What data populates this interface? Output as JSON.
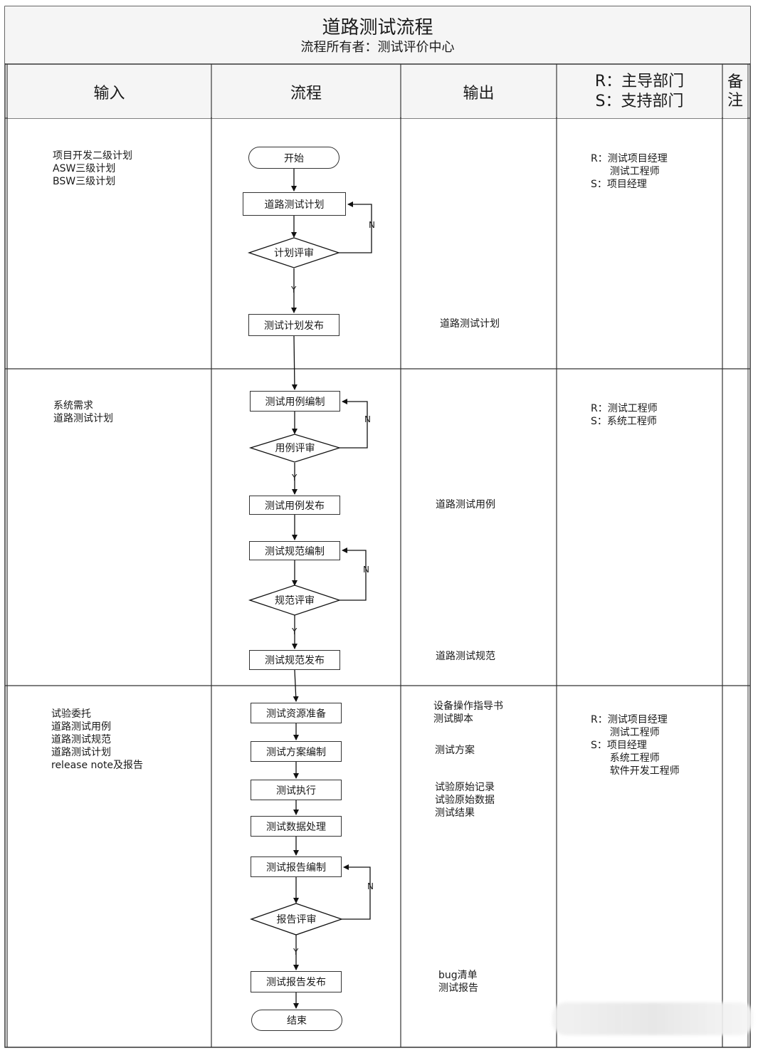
{
  "title": "道路测试流程",
  "subtitle": "流程所有者：测试评价中心",
  "headers": {
    "input": "输入",
    "process": "流程",
    "output": "输出",
    "rs_r": "R：主导部门",
    "rs_s": "S：支持部门",
    "note": "备\n注"
  },
  "sections": [
    {
      "inputs": "项目开发二级计划\nASW三级计划\nBSW三级计划",
      "rs": "R：测试项目经理\n      测试工程师\nS：项目经理",
      "outputs": [
        "道路测试计划"
      ]
    },
    {
      "inputs": "系统需求\n道路测试计划",
      "rs": "R：测试工程师\nS：系统工程师",
      "outputs": [
        "道路测试用例",
        "道路测试规范"
      ]
    },
    {
      "inputs": "试验委托\n道路测试用例\n道路测试规范\n道路测试计划\nrelease note及报告",
      "rs": "R：测试项目经理\n      测试工程师\nS：项目经理\n      系统工程师\n      软件开发工程师",
      "outputs": [
        "设备操作指导书\n测试脚本",
        "测试方案",
        "试验原始记录\n试验原始数据\n测试结果",
        "bug清单\n测试报告"
      ]
    }
  ],
  "flow": {
    "start": "开始",
    "plan": "道路测试计划",
    "plan_review": "计划评审",
    "plan_release": "测试计划发布",
    "case_write": "测试用例编制",
    "case_review": "用例评审",
    "case_release": "测试用例发布",
    "spec_write": "测试规范编制",
    "spec_review": "规范评审",
    "spec_release": "测试规范发布",
    "resource": "测试资源准备",
    "scheme": "测试方案编制",
    "execute": "测试执行",
    "data_proc": "测试数据处理",
    "report_write": "测试报告编制",
    "report_review": "报告评审",
    "report_release": "测试报告发布",
    "end": "结束",
    "yes": "Y",
    "no": "N"
  }
}
